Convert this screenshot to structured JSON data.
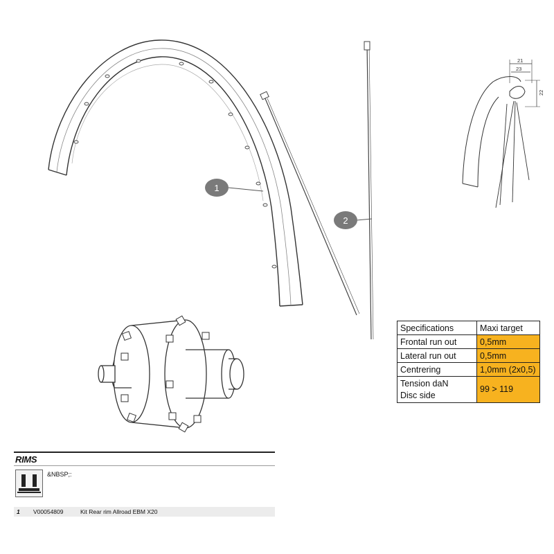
{
  "callouts": [
    "1",
    "2"
  ],
  "dimensions": [
    "21",
    "23",
    "22"
  ],
  "specs": {
    "header": [
      "Specifications",
      "Maxi target"
    ],
    "rows": [
      {
        "label": "Frontal run out",
        "value": "0,5mm"
      },
      {
        "label": "Lateral run out",
        "value": "0,5mm"
      },
      {
        "label": "Centrering",
        "value": "1,0mm (2x0,5)"
      },
      {
        "label_line1": "Tension daN",
        "label_line2": "Disc side",
        "value": "99 > 119"
      }
    ],
    "highlight_color": "#f7b21f"
  },
  "parts_section": {
    "title": "RIMS",
    "tool_text": "&NBSP;:",
    "tool_icon": "tire-lever-icon",
    "items": [
      {
        "num": "1",
        "code": "V00054809",
        "description": "Kit Rear rim Allroad EBM X20"
      }
    ]
  }
}
